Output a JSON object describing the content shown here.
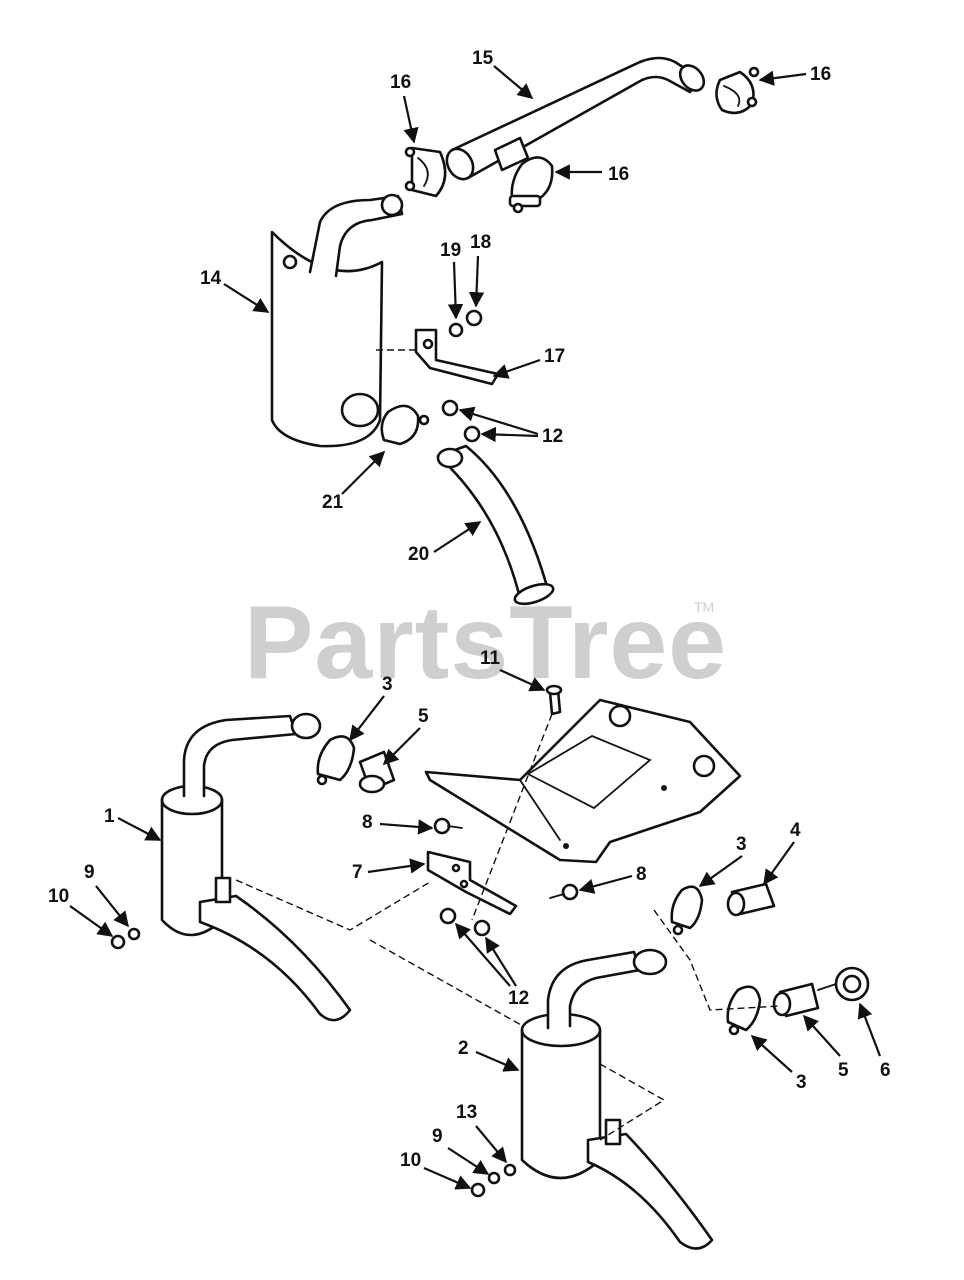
{
  "watermark": {
    "text": "PartsTree",
    "tm": "TM"
  },
  "callouts": {
    "c1": "1",
    "c2": "2",
    "c3a": "3",
    "c3b": "3",
    "c3c": "3",
    "c4": "4",
    "c5a": "5",
    "c5b": "5",
    "c6": "6",
    "c7": "7",
    "c8a": "8",
    "c8b": "8",
    "c9a": "9",
    "c9b": "9",
    "c10a": "10",
    "c10b": "10",
    "c11": "11",
    "c12a": "12",
    "c12b": "12",
    "c13": "13",
    "c14": "14",
    "c15": "15",
    "c16a": "16",
    "c16b": "16",
    "c16c": "16",
    "c17": "17",
    "c18": "18",
    "c19": "19",
    "c20": "20",
    "c21": "21"
  }
}
